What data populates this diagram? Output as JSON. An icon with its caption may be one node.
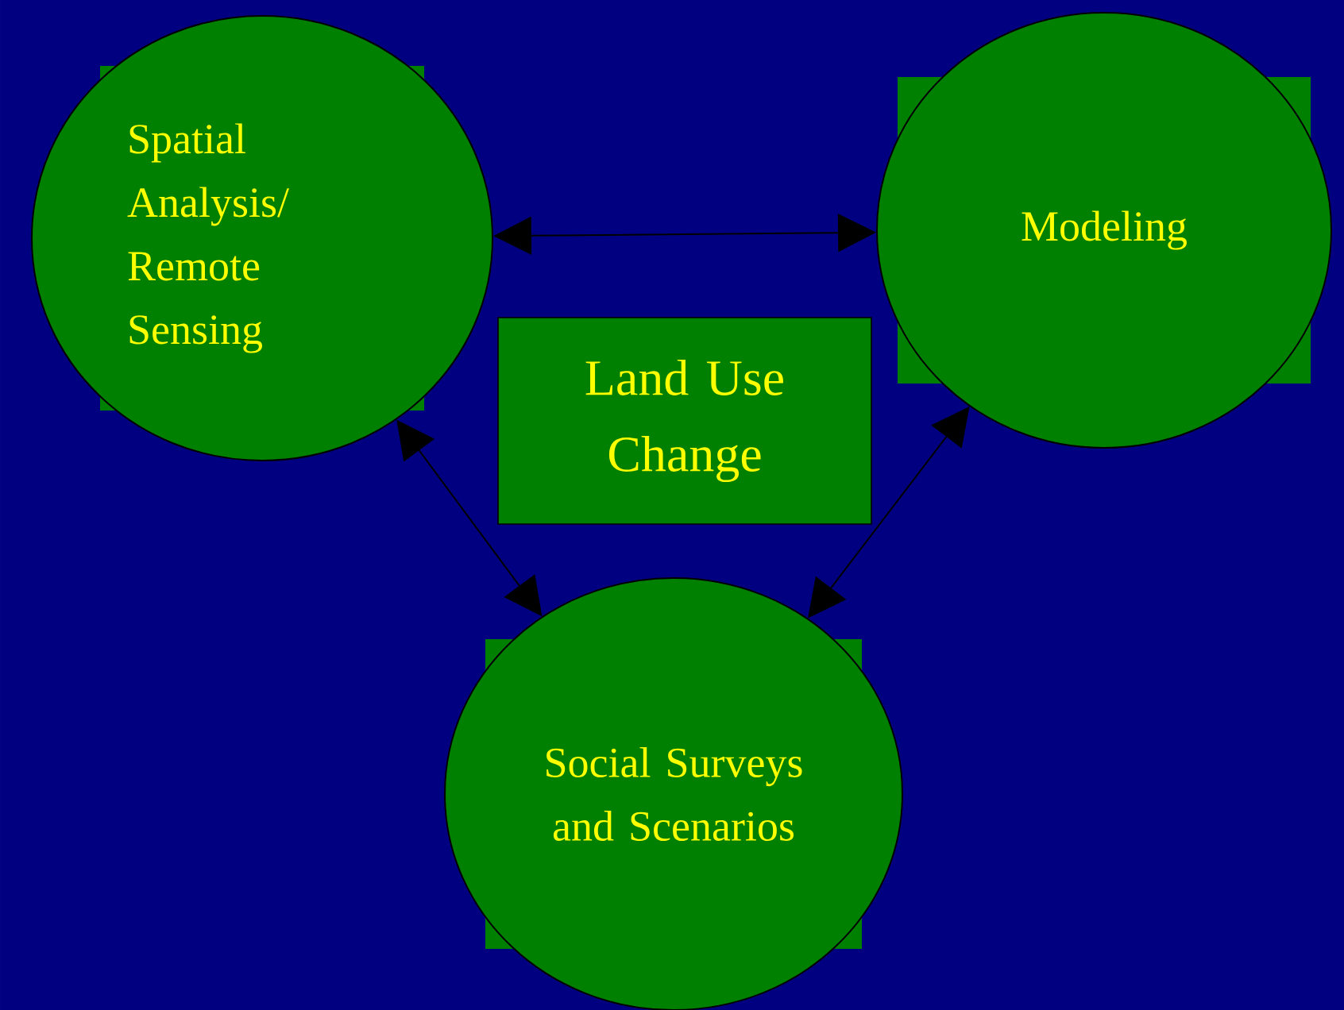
{
  "diagram": {
    "nodes": [
      {
        "text": [
          "Spatial Analysis/ Remote Sensing"
        ]
      },
      {
        "text": [
          "Modeling"
        ]
      },
      {
        "text": [
          "Land Use Change"
        ]
      },
      {
        "text": [
          "Social Surveys and Scenarios"
        ]
      }
    ],
    "edges": [
      {
        "from": 0,
        "to": 1,
        "arrow": "both"
      },
      {
        "from": 0,
        "to": 3,
        "arrow": "both"
      },
      {
        "from": 1,
        "to": 3,
        "arrow": "both"
      }
    ]
  }
}
